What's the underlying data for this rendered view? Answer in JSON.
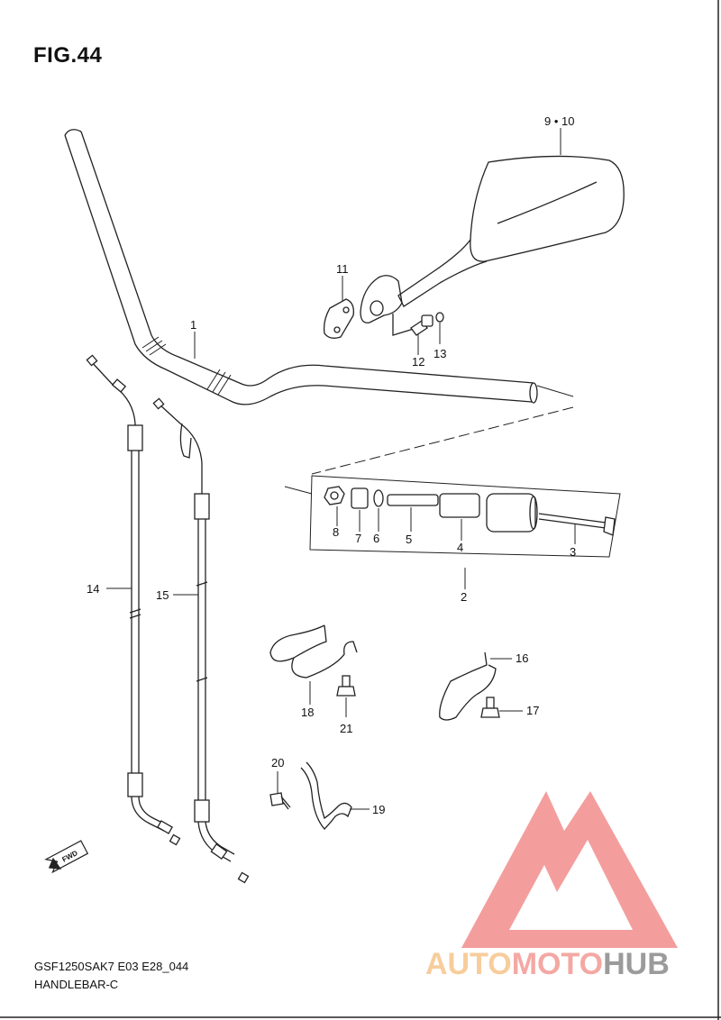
{
  "figure": {
    "title": "FIG.44",
    "model_code": "GSF1250SAK7 E03 E28_044",
    "section_name": "HANDLEBAR-C"
  },
  "fwd_badge": "FWD",
  "watermark": {
    "brand_part1": "AUTO",
    "brand_part2": "MOTO",
    "brand_part3": "HUB",
    "colors": {
      "auto": "#f6c58b",
      "moto": "#f39a93",
      "hub": "#8a8a8a",
      "triangle": "#f28c8c"
    }
  },
  "part_labels": {
    "p1": "1",
    "p2": "2",
    "p3": "3",
    "p4": "4",
    "p5": "5",
    "p6": "6",
    "p7": "7",
    "p8": "8",
    "p9_10": "9 • 10",
    "p11": "11",
    "p12": "12",
    "p13": "13",
    "p14": "14",
    "p15": "15",
    "p16": "16",
    "p17": "17",
    "p18": "18",
    "p19": "19",
    "p20": "20",
    "p21": "21"
  }
}
